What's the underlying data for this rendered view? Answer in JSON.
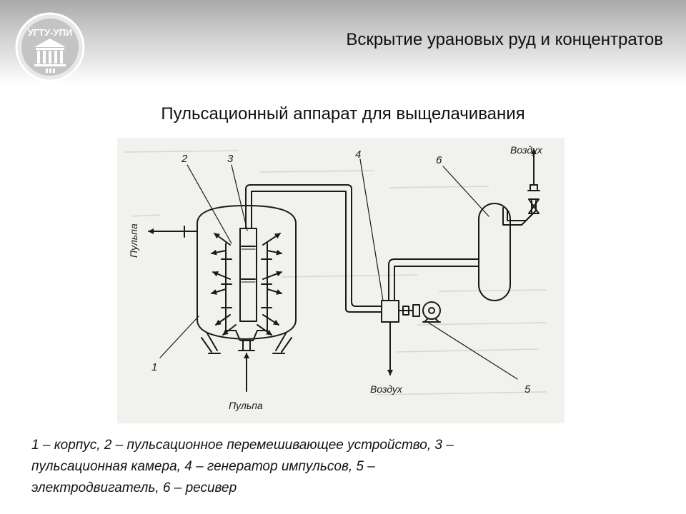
{
  "logo": {
    "text": "УГТУ-УПИ",
    "icon": "university-building-icon"
  },
  "header": {
    "title": "Вскрытие урановых руд и концентратов"
  },
  "subtitle": "Пульсационный аппарат для выщелачивания",
  "diagram": {
    "labels": {
      "n1": "1",
      "n2": "2",
      "n3": "3",
      "n4": "4",
      "n5": "5",
      "n6": "6",
      "air_in": "Воздух",
      "air_out": "Воздух",
      "pulp_in": "Пульпа",
      "pulp_out": "Пульпа"
    }
  },
  "caption": {
    "line1": "1 – корпус, 2 – пульсационное перемешивающее устройство, 3 –",
    "line2": "пульсационная камера, 4 – генератор импульсов, 5 –",
    "line3": "электродвигатель, 6 – ресивер"
  }
}
